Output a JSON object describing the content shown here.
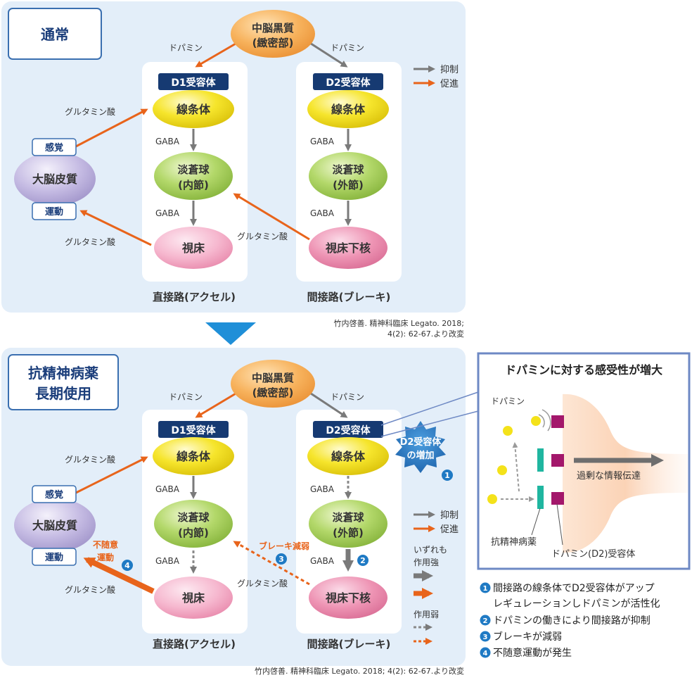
{
  "panel1": {
    "title": "通常",
    "snc_line1": "中脳黒質",
    "snc_line2": "(緻密部)",
    "dopamine_left": "ドパミン",
    "dopamine_right": "ドパミン",
    "d1_label": "D1受容体",
    "d2_label": "D2受容体",
    "striatum_left": "線条体",
    "striatum_right": "線条体",
    "gaba_1": "GABA",
    "gaba_2": "GABA",
    "gaba_3": "GABA",
    "gaba_4": "GABA",
    "gpi_line1": "淡蒼球",
    "gpi_line2": "(内節)",
    "gpe_line1": "淡蒼球",
    "gpe_line2": "(外節)",
    "thalamus": "視床",
    "stn": "視床下核",
    "cortex": "大脳皮質",
    "sensory": "感覚",
    "motor": "運動",
    "glutamate_top": "グルタミン酸",
    "glutamate_bottom": "グルタミン酸",
    "glutamate_stn": "グルタミン酸",
    "direct_path": "直接路(アクセル)",
    "indirect_path": "間接路(ブレーキ)",
    "legend_inhibit": "抑制",
    "legend_promote": "促進",
    "citation_line1": "竹内啓善. 精神科臨床 Legato. 2018;",
    "citation_line2": "4(2): 62-67.より改変"
  },
  "panel2": {
    "title_line1": "抗精神病薬",
    "title_line2": "長期使用",
    "snc_line1": "中脳黒質",
    "snc_line2": "(緻密部)",
    "dopamine_left": "ドパミン",
    "dopamine_right": "ドパミン",
    "d1_label": "D1受容体",
    "d2_label": "D2受容体",
    "striatum_left": "線条体",
    "striatum_right": "線条体",
    "d2_increase_line1": "D2受容体",
    "d2_increase_line2": "の増加",
    "gaba_1": "GABA",
    "gaba_2": "GABA",
    "gaba_3": "GABA",
    "gaba_4": "GABA",
    "gpi_line1": "淡蒼球",
    "gpi_line2": "(内節)",
    "gpe_line1": "淡蒼球",
    "gpe_line2": "(外節)",
    "thalamus": "視床",
    "stn": "視床下核",
    "cortex": "大脳皮質",
    "sensory": "感覚",
    "motor": "運動",
    "glutamate_top": "グルタミン酸",
    "glutamate_bottom": "グルタミン酸",
    "glutamate_stn": "グルタミン酸",
    "brake_weak": "ブレーキ減弱",
    "involuntary_line1": "不随意",
    "involuntary_line2": "運動",
    "direct_path": "直接路(アクセル)",
    "indirect_path": "間接路(ブレーキ)",
    "legend_inhibit": "抑制",
    "legend_promote": "促進",
    "legend_both_line1": "いずれも",
    "legend_both_line2": "作用強",
    "legend_weak": "作用弱",
    "citation": "竹内啓善. 精神科臨床 Legato. 2018; 4(2): 62-67.より改変"
  },
  "badges": [
    "1",
    "2",
    "3",
    "4"
  ],
  "inset": {
    "title": "ドパミンに対する感受性が増大",
    "dopamine": "ドパミン",
    "excess": "過剰な情報伝達",
    "antipsychotic": "抗精神病薬",
    "receptor": "ドパミン(D2)受容体"
  },
  "notes": [
    "間接路の線条体でD2受容体がアップ",
    "レギュレーションしドパミンが活性化",
    "ドパミンの働きにより間接路が抑制",
    "ブレーキが減弱",
    "不随意運動が発生"
  ],
  "colors": {
    "panel_bg": "#e3eef9",
    "title_text": "#1a3d7a",
    "orange": "#e8641b",
    "gray_arrow": "#7a7a7a",
    "receptor_label": "#163a72",
    "badge": "#1f7ac4",
    "yellow": "#f4e21a",
    "green": "#a8cf56",
    "pink": "#f2a2bf",
    "purple": "#b3a7d6",
    "teal": "#1fb6a0",
    "magenta": "#a3176b"
  }
}
